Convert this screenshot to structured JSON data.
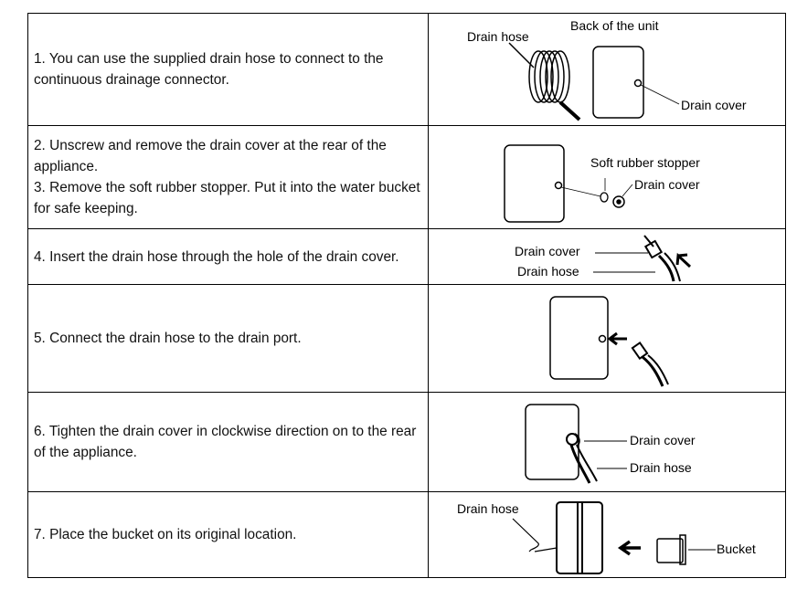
{
  "rows": [
    {
      "lines": [
        "1. You can use the supplied drain hose to connect to the continuous drainage connector."
      ],
      "labels": {
        "drain_hose": "Drain hose",
        "back_of_unit": "Back of the unit",
        "drain_cover": "Drain cover"
      }
    },
    {
      "lines": [
        "2. Unscrew and remove the drain cover at the rear of the appliance.",
        "3. Remove the soft rubber stopper. Put it into the water bucket for safe keeping."
      ],
      "labels": {
        "stopper": "Soft rubber stopper",
        "drain_cover": "Drain cover"
      }
    },
    {
      "lines": [
        "4. Insert the drain hose through the hole of the drain cover."
      ],
      "labels": {
        "drain_cover": "Drain cover",
        "drain_hose": "Drain hose"
      }
    },
    {
      "lines": [
        "5. Connect the drain hose to the drain port."
      ],
      "labels": {}
    },
    {
      "lines": [
        "6. Tighten the drain cover in clockwise direction on to the rear of the appliance."
      ],
      "labels": {
        "drain_cover": "Drain cover",
        "drain_hose": "Drain hose"
      }
    },
    {
      "lines": [
        "7. Place the bucket on its original location."
      ],
      "labels": {
        "drain_hose": "Drain hose",
        "bucket": "Bucket"
      }
    }
  ]
}
